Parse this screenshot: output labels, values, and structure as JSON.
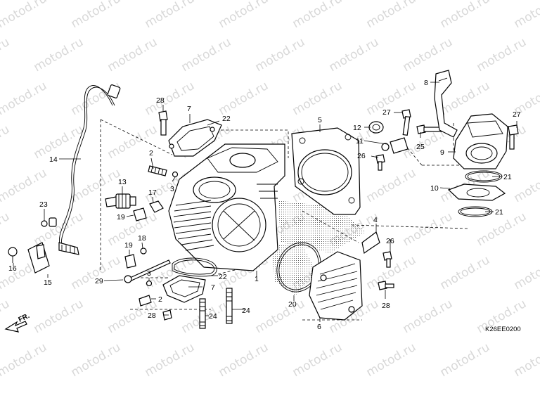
{
  "watermark": {
    "text": "motod.ru"
  },
  "diagram_code": "K26EE0200",
  "direction_label": "FR.",
  "callouts": [
    {
      "id": "c28a",
      "label": "28"
    },
    {
      "id": "c7a",
      "label": "7"
    },
    {
      "id": "c22a",
      "label": "22"
    },
    {
      "id": "c5",
      "label": "5"
    },
    {
      "id": "c8",
      "label": "8"
    },
    {
      "id": "c27a",
      "label": "27"
    },
    {
      "id": "c12",
      "label": "12"
    },
    {
      "id": "c11",
      "label": "11"
    },
    {
      "id": "c25",
      "label": "25"
    },
    {
      "id": "c26a",
      "label": "26"
    },
    {
      "id": "c27b",
      "label": "27"
    },
    {
      "id": "c9",
      "label": "9"
    },
    {
      "id": "c21a",
      "label": "21"
    },
    {
      "id": "c10",
      "label": "10"
    },
    {
      "id": "c21b",
      "label": "21"
    },
    {
      "id": "c14",
      "label": "14"
    },
    {
      "id": "c2a",
      "label": "2"
    },
    {
      "id": "c3a",
      "label": "3"
    },
    {
      "id": "c13",
      "label": "13"
    },
    {
      "id": "c17",
      "label": "17"
    },
    {
      "id": "c23",
      "label": "23"
    },
    {
      "id": "c19a",
      "label": "19"
    },
    {
      "id": "c18",
      "label": "18"
    },
    {
      "id": "c19b",
      "label": "19"
    },
    {
      "id": "c16",
      "label": "16"
    },
    {
      "id": "c15",
      "label": "15"
    },
    {
      "id": "c29",
      "label": "29"
    },
    {
      "id": "c3b",
      "label": "3"
    },
    {
      "id": "c7b",
      "label": "7"
    },
    {
      "id": "c2b",
      "label": "2"
    },
    {
      "id": "c22b",
      "label": "22"
    },
    {
      "id": "c1",
      "label": "1"
    },
    {
      "id": "c4",
      "label": "4"
    },
    {
      "id": "c26b",
      "label": "26"
    },
    {
      "id": "c28b",
      "label": "28"
    },
    {
      "id": "c20",
      "label": "20"
    },
    {
      "id": "c6",
      "label": "6"
    },
    {
      "id": "c24a",
      "label": "24"
    },
    {
      "id": "c24b",
      "label": "24"
    },
    {
      "id": "c28c",
      "label": "28"
    }
  ]
}
